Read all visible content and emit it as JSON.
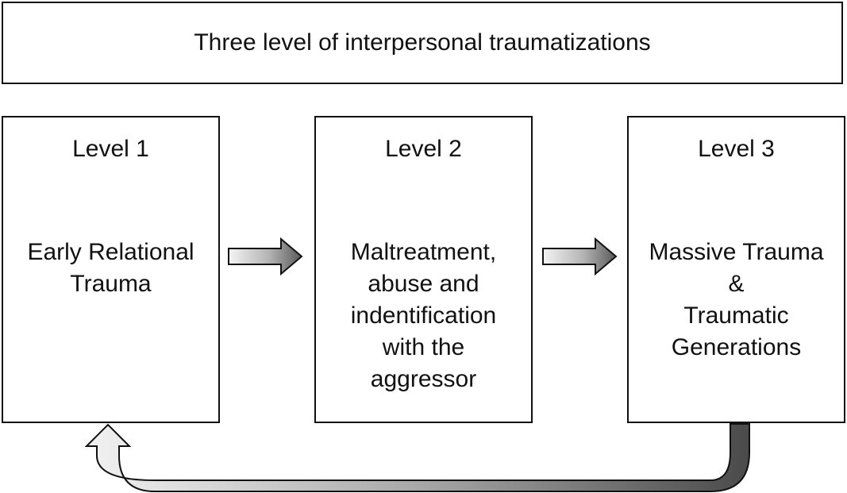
{
  "title": "Three level of interpersonal traumatizations",
  "levels": [
    {
      "heading": "Level 1",
      "lines": [
        "Early Relational",
        "Trauma"
      ]
    },
    {
      "heading": "Level 2",
      "lines": [
        "Maltreatment,",
        "abuse and",
        "indentification",
        "with the",
        "aggressor"
      ]
    },
    {
      "heading": "Level 3",
      "lines": [
        "Massive Trauma",
        "&",
        "Traumatic",
        "Generations"
      ]
    }
  ]
}
